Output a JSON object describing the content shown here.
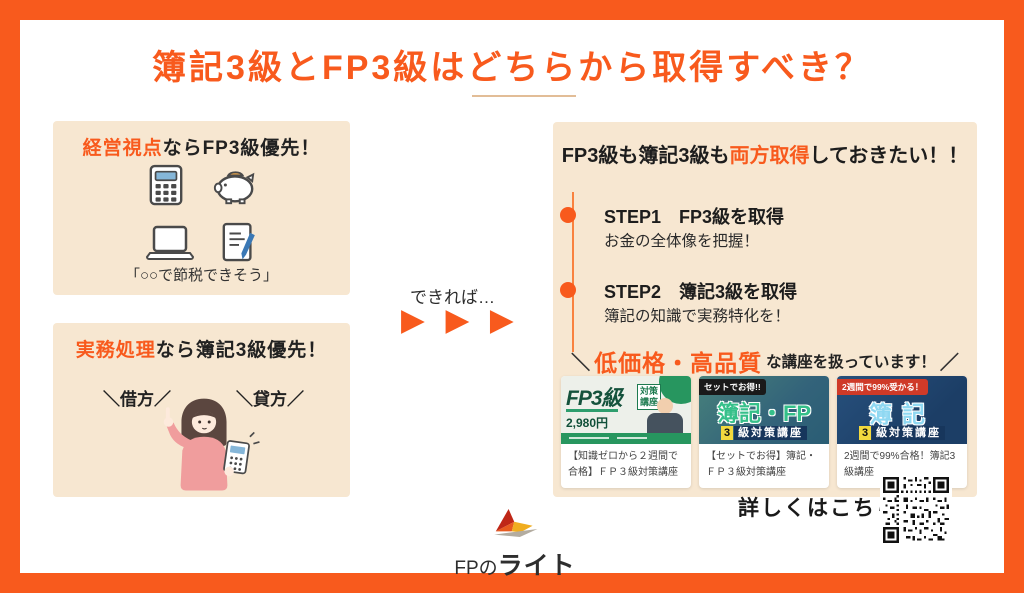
{
  "title": {
    "text": "簿記3級とFP3級はどちらから取得すべき？"
  },
  "left_top_box": {
    "heading_highlight": "経営視点",
    "heading_rest": "ならFP3級優先！",
    "caption": "「○○で節税できそう」"
  },
  "left_bottom_box": {
    "heading_highlight": "実務処理",
    "heading_rest": "なら簿記3級優先！",
    "label_debit": "＼借方／",
    "label_credit": "＼貸方／"
  },
  "middle": {
    "text": "できれば…",
    "arrows": "▶ ▶ ▶"
  },
  "right_box": {
    "heading_pre": "FP3級も簿記3級も",
    "heading_highlight": "両方取得",
    "heading_post": "しておきたい！！",
    "steps": [
      {
        "label": "STEP1　FP3級を取得",
        "desc": "お金の全体像を把握！"
      },
      {
        "label": "STEP2　簿記3級を取得",
        "desc": "簿記の知識で実務特化を！"
      }
    ],
    "slogan": {
      "open": "＼",
      "highlight": "低価格・高品質",
      "rest": "な講座を扱っています！",
      "close": "／"
    },
    "courses": [
      {
        "title": "FP3級",
        "tag": "対策講座",
        "price": "2,980円",
        "caption": "【知識ゼロから２週間で合格】ＦＰ３級対策講座"
      },
      {
        "badge": "セットでお得!!",
        "title": "簿記・FP",
        "sub_first": "3",
        "sub_rest": "級対策講座",
        "caption": "【セットでお得】簿記・ＦＰ３級対策講座"
      },
      {
        "badge": "2週間で99%受かる！",
        "title": "簿記",
        "sub_first": "3",
        "sub_rest": "級対策講座",
        "caption": "2週間で99%合格！簿記3級講座"
      }
    ]
  },
  "cta": {
    "text": "詳しくはこちら",
    "finger": "☛"
  },
  "logo": {
    "text_light": "FPの",
    "text_bold": "ライト"
  },
  "colors": {
    "accent_orange": "#f85a1d",
    "box_beige": "#f7e7d1",
    "card_green": "#27965f",
    "card_navy": "#1c3e66",
    "finger_yellow": "#f2b33d"
  }
}
